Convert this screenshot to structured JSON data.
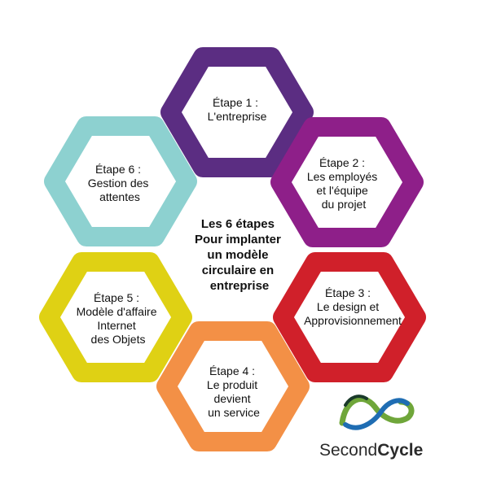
{
  "center_title": [
    "Les 6 étapes",
    "Pour implanter",
    "un modèle",
    "circulaire en",
    "entreprise"
  ],
  "steps": [
    {
      "lines": [
        "Étape 1 :",
        "L'entreprise"
      ],
      "color": "#5b2d82"
    },
    {
      "lines": [
        "Étape 2 :",
        "Les employés",
        "et l'équipe",
        "du projet"
      ],
      "color": "#8e1f89"
    },
    {
      "lines": [
        "Étape 3 :",
        "Le design et",
        "Approvisionnement"
      ],
      "color": "#d0202a"
    },
    {
      "lines": [
        "Étape 4 :",
        "Le produit",
        "devient",
        "un service"
      ],
      "color": "#f39046"
    },
    {
      "lines": [
        "Étape 5 :",
        "Modèle d'affaire",
        "Internet",
        "des Objets"
      ],
      "color": "#dfd114"
    },
    {
      "lines": [
        "Étape 6 :",
        "Gestion des",
        "attentes"
      ],
      "color": "#8dd1d0"
    }
  ],
  "logo": {
    "name_regular": "Second",
    "name_bold": "Cycle",
    "icon": "second-cycle-logo-icon"
  }
}
